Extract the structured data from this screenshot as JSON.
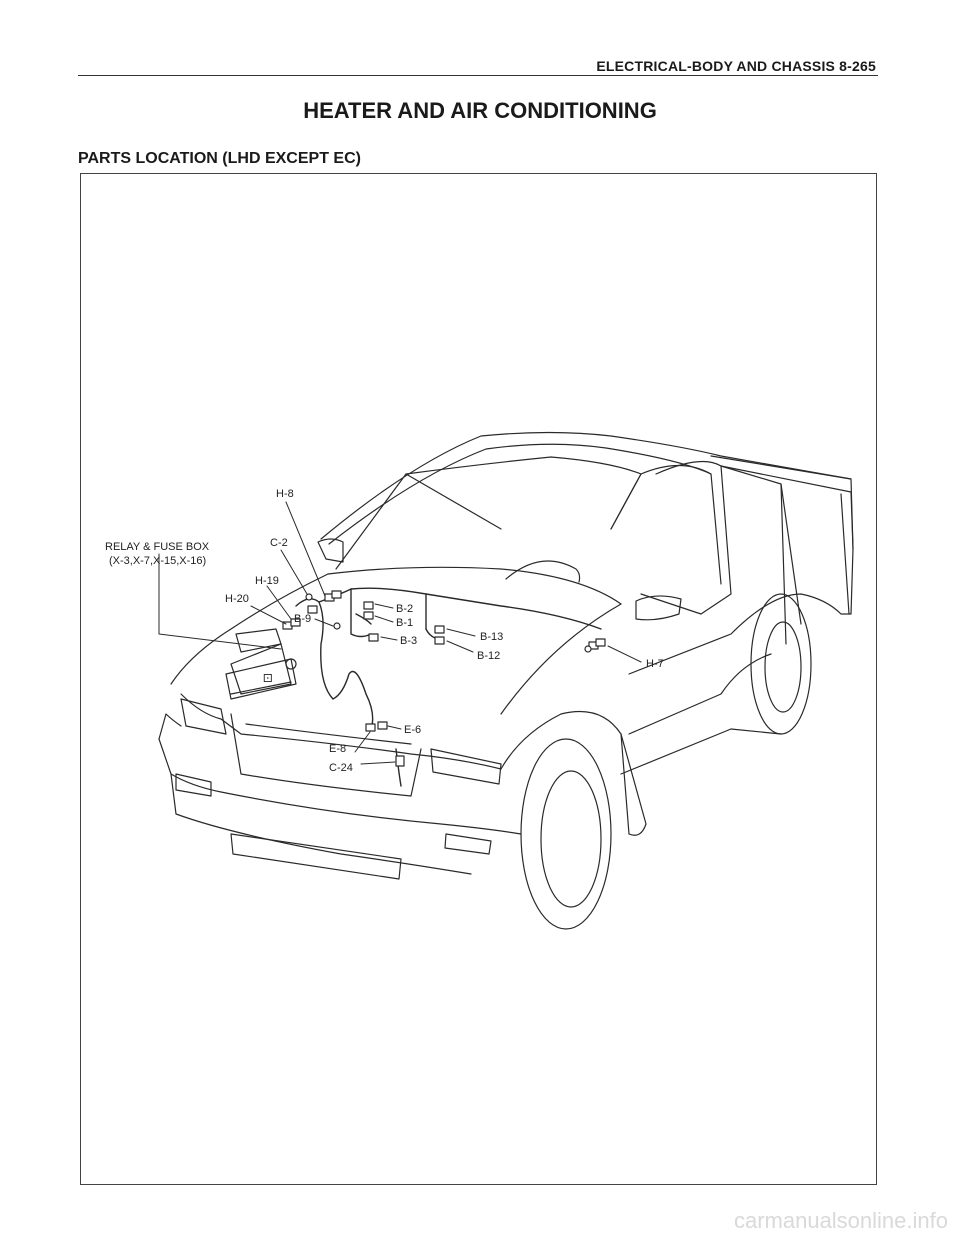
{
  "header": {
    "section": "ELECTRICAL-BODY AND CHASSIS  8-265"
  },
  "title": "HEATER AND AIR CONDITIONING",
  "subtitle": "PARTS LOCATION (LHD EXCEPT EC)",
  "labels": {
    "relay_fuse_box": "RELAY & FUSE BOX",
    "relay_fuse_box_codes": "(X-3,X-7,X-15,X-16)",
    "h8": "H-8",
    "c2": "C-2",
    "h19": "H-19",
    "h20": "H-20",
    "b9": "B-9",
    "b2": "B-2",
    "b1": "B-1",
    "b3": "B-3",
    "b13": "B-13",
    "b12": "B-12",
    "h7": "H-7",
    "e6": "E-6",
    "e8": "E-8",
    "c24": "C-24"
  },
  "watermark": "carmanualsonline.info"
}
